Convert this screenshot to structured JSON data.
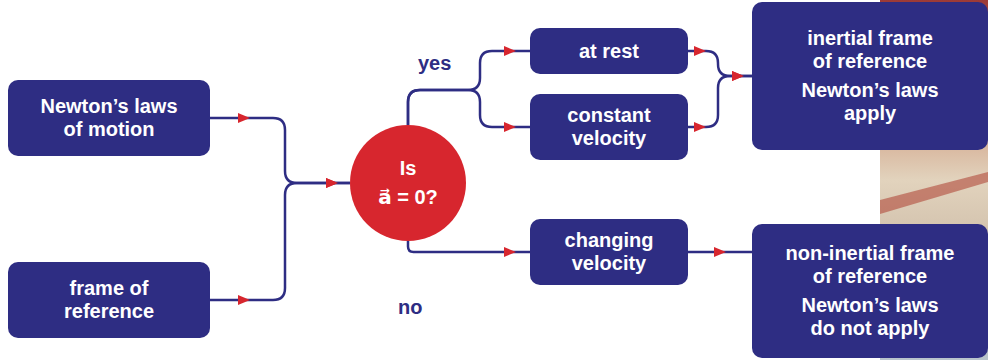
{
  "diagram": {
    "nodes": [
      {
        "text": [
          "Newton’s laws of motion"
        ]
      },
      {
        "text": [
          "frame of reference"
        ]
      },
      {
        "text": [
          "Is",
          "a⃗ = 0?"
        ]
      },
      {
        "text": [
          "at rest"
        ]
      },
      {
        "text": [
          "constant velocity"
        ]
      },
      {
        "text": [
          "inertial frame of reference",
          "Newton’s laws apply"
        ]
      },
      {
        "text": [
          "changing velocity"
        ]
      },
      {
        "text": [
          "non-inertial frame of reference",
          "Newton’s laws do not apply"
        ]
      }
    ],
    "edges": [
      {
        "from": 0,
        "to": 2,
        "arrow": "to"
      },
      {
        "from": 1,
        "to": 2,
        "arrow": "to"
      },
      {
        "from": 2,
        "to": 3,
        "arrow": "to"
      },
      {
        "from": 2,
        "to": 4,
        "arrow": "to"
      },
      {
        "from": 3,
        "to": 5,
        "arrow": "to"
      },
      {
        "from": 4,
        "to": 5,
        "arrow": "to"
      },
      {
        "from": 2,
        "to": 6,
        "arrow": "to"
      },
      {
        "from": 6,
        "to": 7,
        "arrow": "to"
      }
    ],
    "labels": [
      "yes",
      "no"
    ]
  }
}
